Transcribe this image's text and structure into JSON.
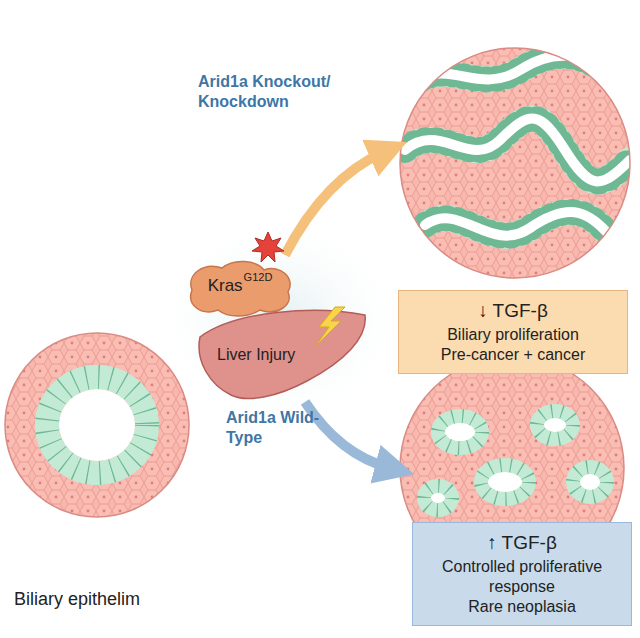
{
  "diagram": {
    "nodes": [
      {
        "text": [
          "Kras",
          "G12D"
        ]
      },
      {
        "text": [
          "Liver Injury"
        ]
      },
      {
        "text": [
          "↓ TGF-β",
          "Biliary proliferation",
          "Pre-cancer + cancer"
        ]
      },
      {
        "text": [
          "↑ TGF-β",
          "Controlled proliferative response",
          "Rare neoplasia"
        ]
      }
    ],
    "labels": [
      "Arid1a Knockout/ Knockdown",
      "Arid1a Wild-Type",
      "Biliary epithelim"
    ]
  }
}
